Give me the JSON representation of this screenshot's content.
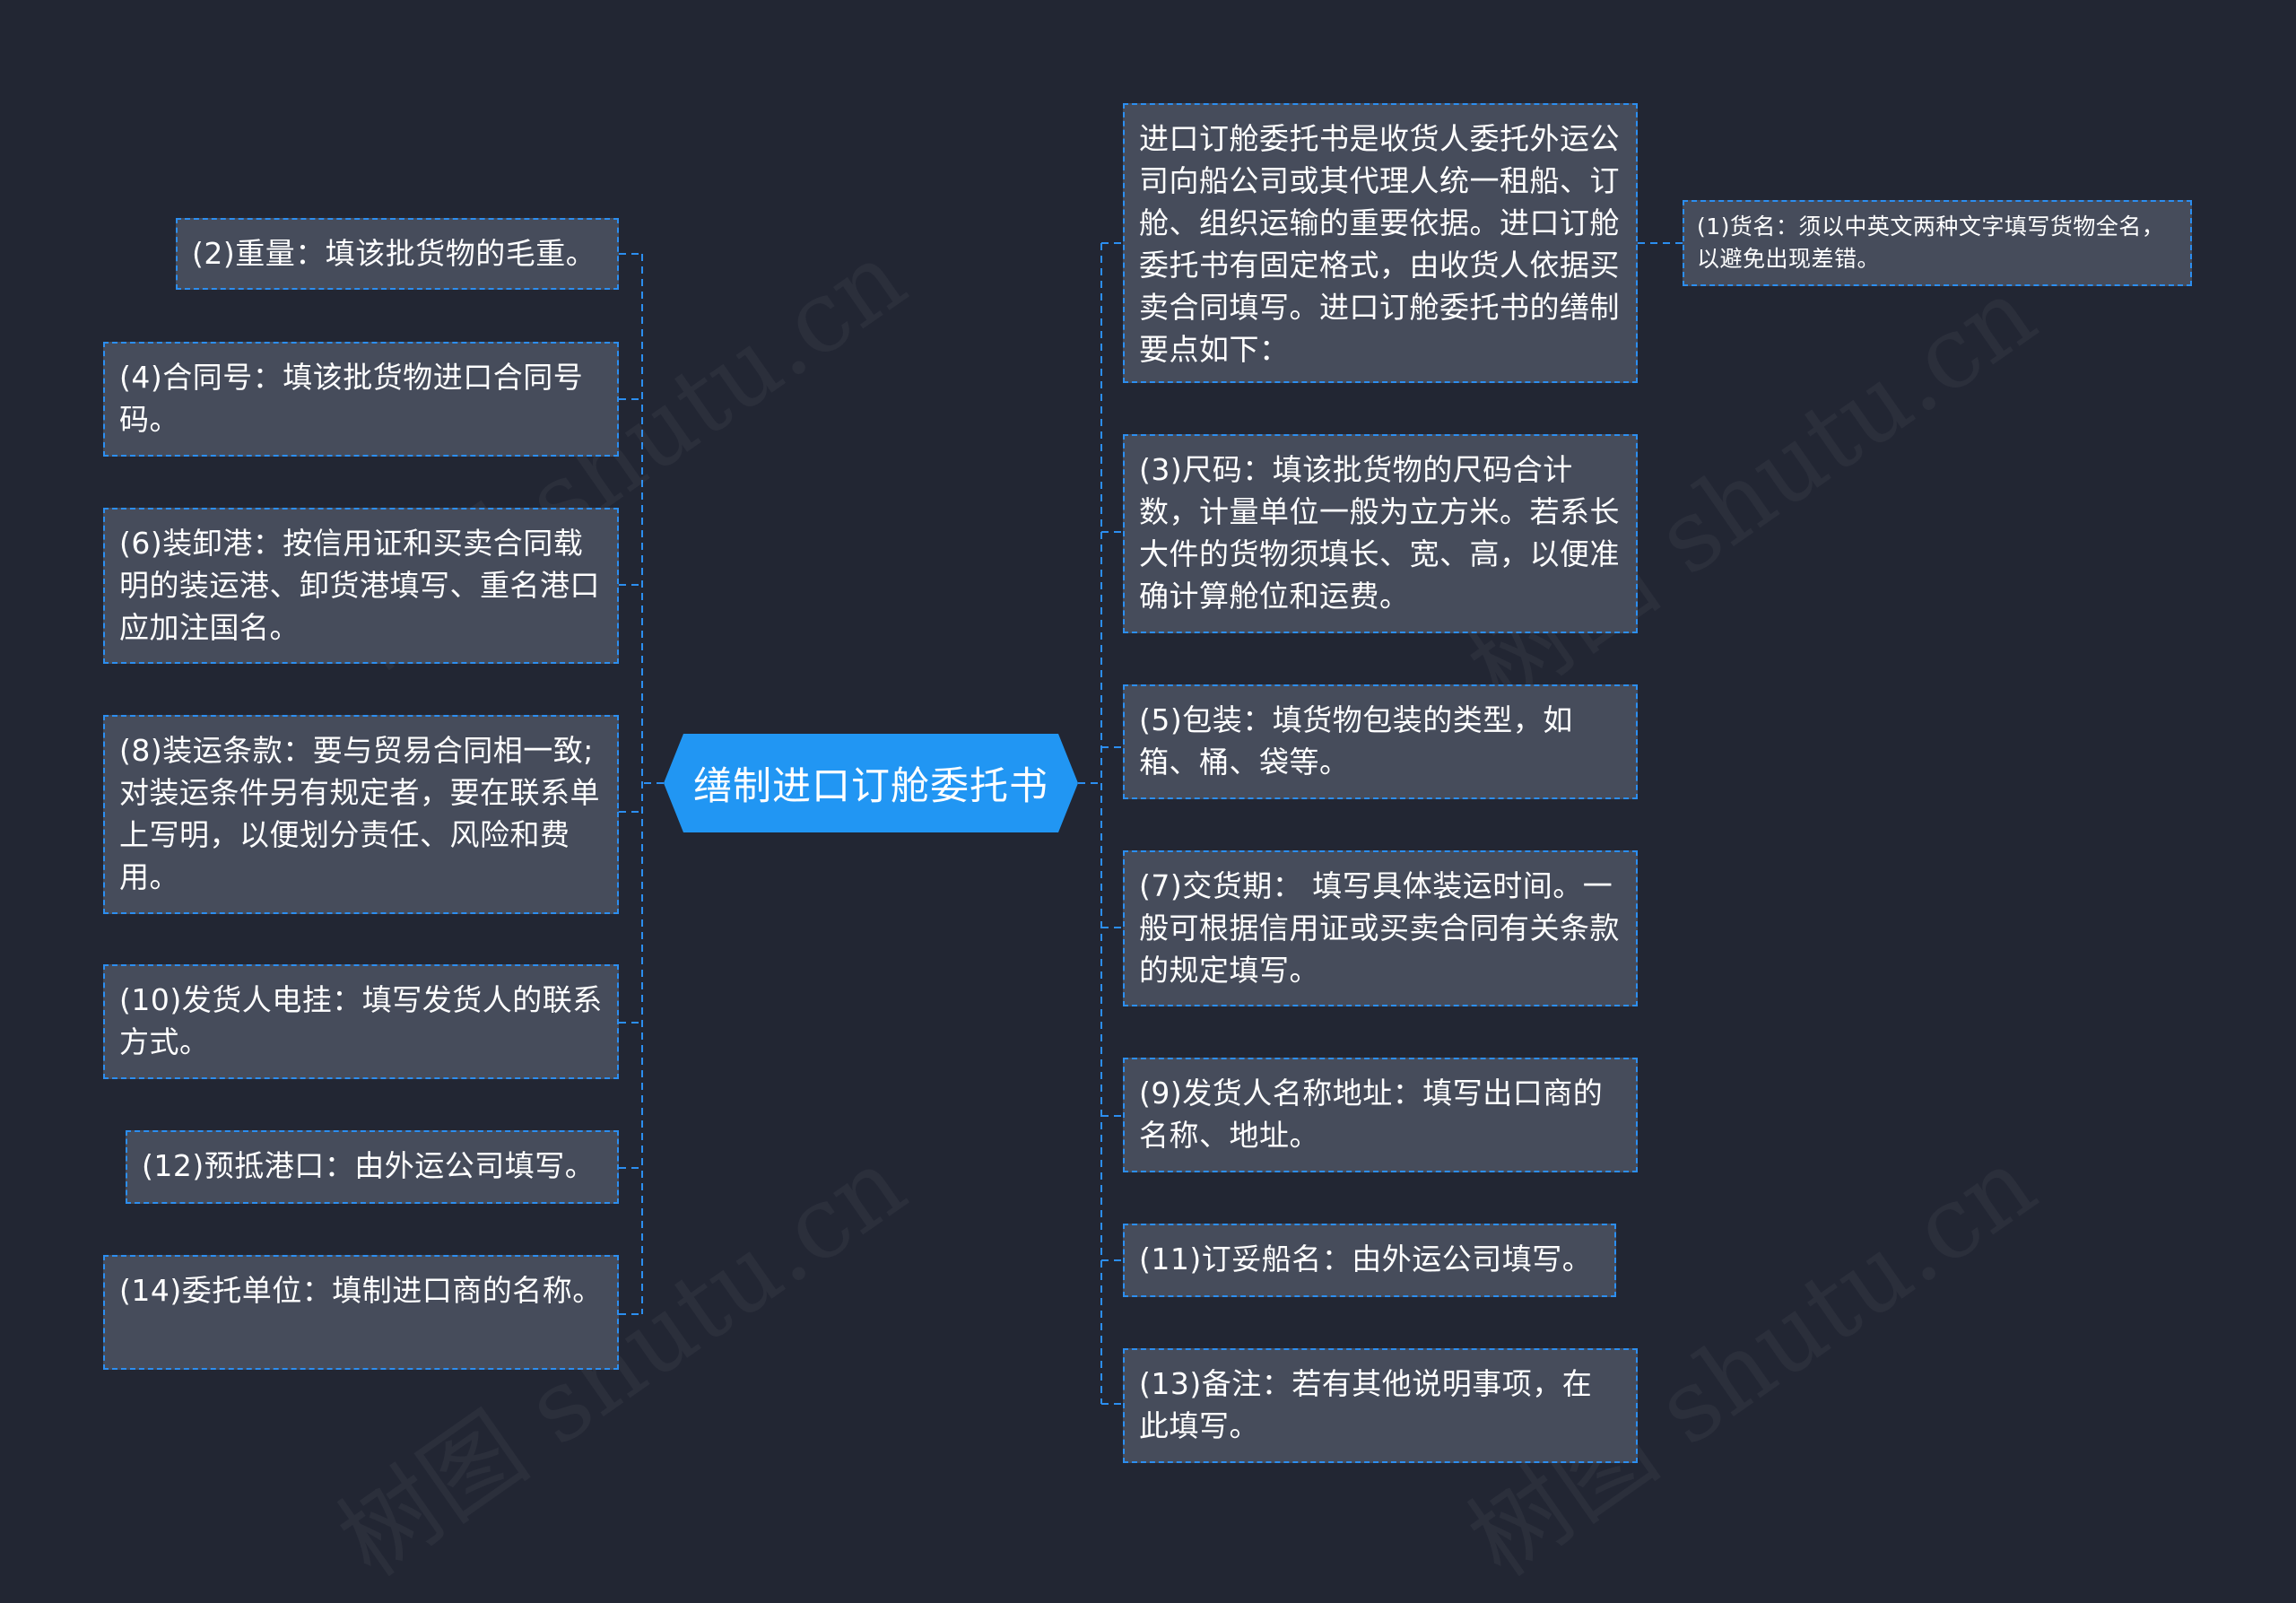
{
  "root": {
    "label": "缮制进口订舱委托书"
  },
  "left_nodes": [
    "(2)重量：填该批货物的毛重。",
    "(4)合同号：填该批货物进口合同号码。",
    "(6)装卸港：按信用证和买卖合同载明的装运港、卸货港填写、重名港口应加注国名。",
    "(8)装运条款：要与贸易合同相一致;对装运条件另有规定者，要在联系单上写明，以便划分责任、风险和费用。",
    "(10)发货人电挂：填写发货人的联系方式。",
    "(12)预抵港口：由外运公司填写。",
    "(14)委托单位：填制进口商的名称。"
  ],
  "right_nodes": [
    "进口订舱委托书是收货人委托外运公司向船公司或其代理人统一租船、订舱、组织运输的重要依据。进口订舱委托书有固定格式，由收货人依据买卖合同填写。进口订舱委托书的缮制要点如下：",
    "(3)尺码：填该批货物的尺码合计数，计量单位一般为立方米。若系长大件的货物须填长、宽、高，以便准确计算舱位和运费。",
    "(5)包装：填货物包装的类型，如箱、桶、袋等。",
    "(7)交货期： 填写具体装运时间。一般可根据信用证或买卖合同有关条款的规定填写。",
    "(9)发货人名称地址：填写出口商的名称、地址。",
    "(11)订妥船名：由外运公司填写。",
    "(13)备注：若有其他说明事项，在此填写。"
  ],
  "child_node": "(1)货名：须以中英文两种文字填写货物全名，以避免出现差错。",
  "watermark": "树图 shutu.cn",
  "colors": {
    "background": "#222633",
    "node_fill": "#464c5b",
    "accent": "#2196f3",
    "dash": "#2c8ef0"
  }
}
